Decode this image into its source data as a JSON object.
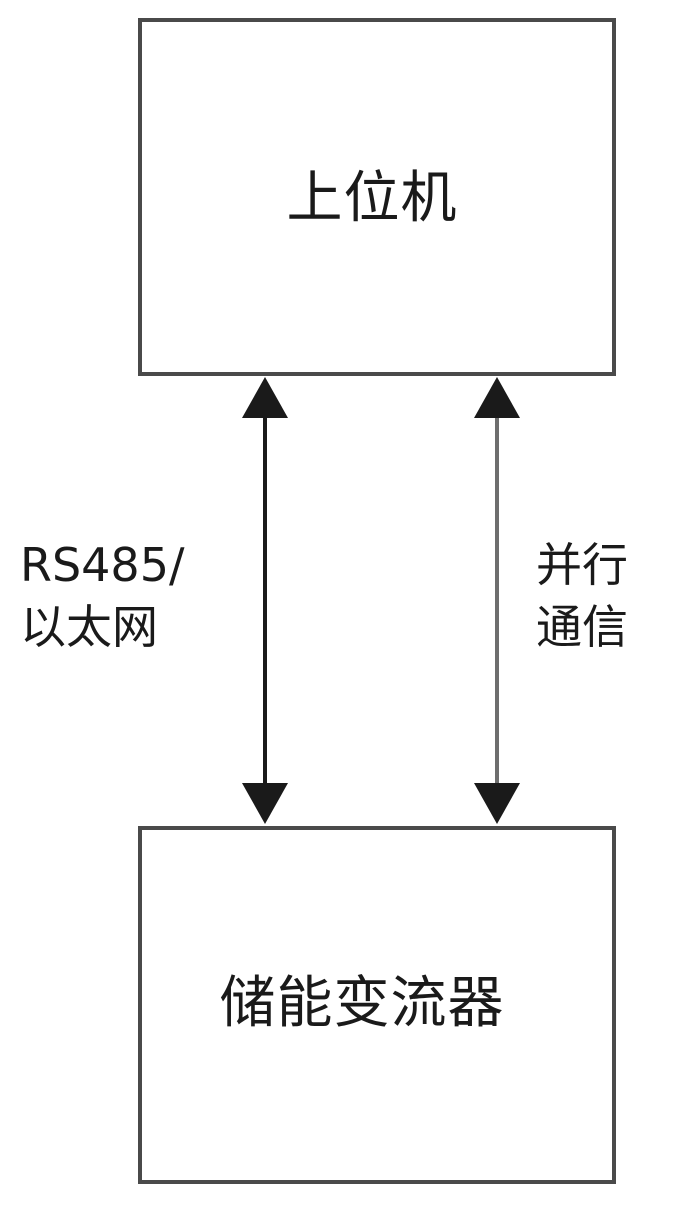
{
  "nodes": {
    "upper_computer": {
      "label": "上位机"
    },
    "pcs": {
      "label": "储能变流器"
    }
  },
  "links": {
    "left": {
      "line1": "RS485/",
      "line2": "以太网",
      "color": "#1a1a1a"
    },
    "right": {
      "line1": "并行",
      "line2": "通信",
      "color": "#6e6e6e"
    }
  },
  "colors": {
    "box_border": "#4a4a4a",
    "text": "#1a1a1a"
  }
}
